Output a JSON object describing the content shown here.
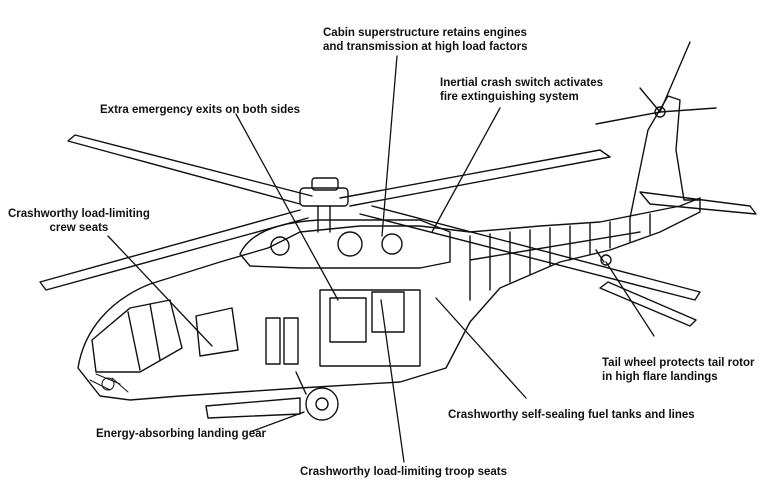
{
  "callouts": {
    "cabin": {
      "line1": "Cabin superstructure retains engines",
      "line2": "and transmission at high load factors"
    },
    "crash_switch": {
      "line1": "Inertial crash switch activates",
      "line2": "fire extinguishing system"
    },
    "exits": {
      "line1": "Extra emergency exits on both sides"
    },
    "crew_seats": {
      "line1": "Crashworthy load-limiting",
      "line2": "crew seats"
    },
    "tail_wheel": {
      "line1": "Tail wheel protects tail rotor",
      "line2": "in high flare landings"
    },
    "fuel": {
      "line1": "Crashworthy self-sealing fuel tanks and lines"
    },
    "landing_gear": {
      "line1": "Energy-absorbing landing gear"
    },
    "troop_seats": {
      "line1": "Crashworthy load-limiting troop seats"
    }
  },
  "colors": {
    "ink": "#111111",
    "background": "#ffffff"
  }
}
